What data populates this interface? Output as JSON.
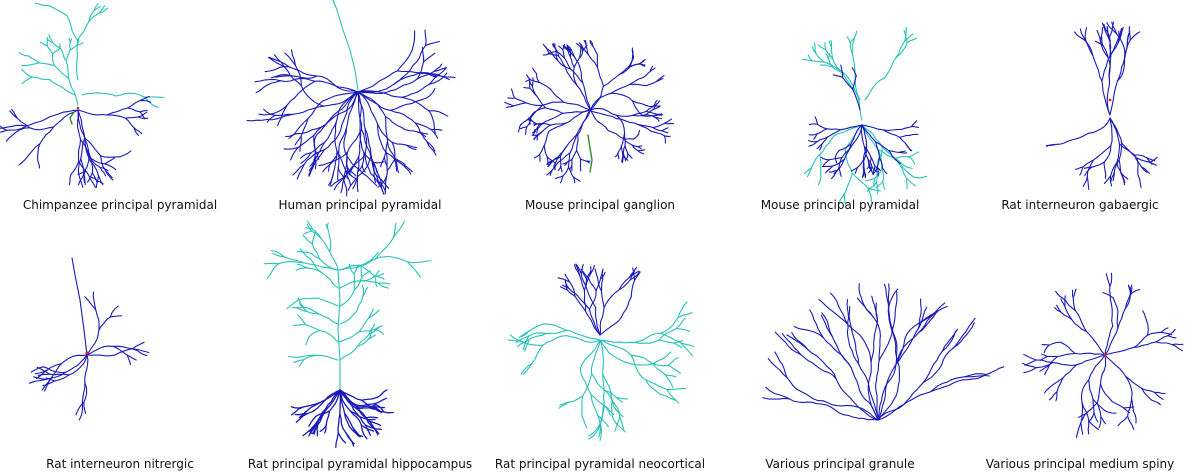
{
  "colors": {
    "basal_dendrite": "#1a1ab8",
    "apical_dendrite": "#29c2b8",
    "axon": "#2e8b2e",
    "soma": "#e0201e"
  },
  "neurons": [
    {
      "label": "Chimpanzee principal pyramidal"
    },
    {
      "label": "Human principal pyramidal"
    },
    {
      "label": "Mouse principal ganglion"
    },
    {
      "label": "Mouse principal pyramidal"
    },
    {
      "label": "Rat interneuron gabaergic"
    },
    {
      "label": "Rat interneuron nitrergic"
    },
    {
      "label": "Rat principal pyramidal hippocampus"
    },
    {
      "label": "Rat principal pyramidal neocortical"
    },
    {
      "label": "Various principal granule"
    },
    {
      "label": "Various principal medium spiny"
    }
  ]
}
